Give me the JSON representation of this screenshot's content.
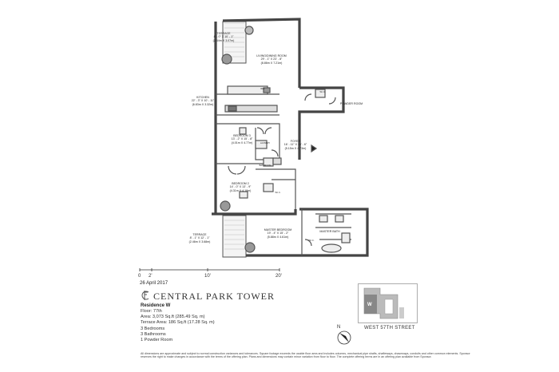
{
  "plan": {
    "rooms": [
      {
        "id": "terrace-top",
        "name": "TERRACE",
        "dim": "8' - 0\" X 10' - 1\"",
        "metric": "(2.44m X 3.07m)"
      },
      {
        "id": "living",
        "name": "LIVING/DINING ROOM",
        "dim": "29' - 1\" X 23' - 8\"",
        "metric": "(8.86m X 7.21m)"
      },
      {
        "id": "kitchen",
        "name": "KITCHEN",
        "dim": "22' - 3\" X 10' - 11\"",
        "metric": "(6.83m X 3.32m)"
      },
      {
        "id": "powder",
        "name": "POWDER ROOM",
        "dim": "",
        "metric": ""
      },
      {
        "id": "foyer",
        "name": "FOYER",
        "dim": "16' - 11\" X 15' - 6\"",
        "metric": "(5.15m X 4.73m)"
      },
      {
        "id": "bed3",
        "name": "BEDROOM 3",
        "dim": "13' - 2\" X 15' - 8\"",
        "metric": "(4.01m X 4.77m)"
      },
      {
        "id": "bed2",
        "name": "BEDROOM 2",
        "dim": "14' - 0\" X 13' - 9\"",
        "metric": "(4.31m X 4.18m)"
      },
      {
        "id": "master",
        "name": "MASTER BEDROOM",
        "dim": "19' - 4\" X 15' - 2\"",
        "metric": "(5.88m X 4.61m)"
      },
      {
        "id": "masterbath",
        "name": "MASTER BATH",
        "dim": "",
        "metric": ""
      },
      {
        "id": "terrace-bot",
        "name": "TERRACE",
        "dim": "8' - 1\" X 12' - 1\"",
        "metric": "(2.46m X 3.68m)"
      }
    ],
    "small_labels": {
      "laundry": "LAUNDRY",
      "bath": "BATHROOM",
      "wic": "W.I.C.",
      "wic2": "W.I.C.",
      "wic3": "W.I.C.",
      "ref": "REF"
    }
  },
  "scale_bar": {
    "labels": [
      "0",
      "2'",
      "10'",
      "20'"
    ]
  },
  "date": "26 April 2017",
  "brand": "CENTRAL PARK TOWER",
  "residence": {
    "title": "Residence W",
    "floor": "Floor:  77th",
    "area": "Area:  3,073 Sq.ft (285.49 Sq. m)",
    "terrace": "Terrace Area:  186 Sq.ft (17.28 Sq. m)",
    "bedrooms": "3   Bedrooms",
    "bathrooms": "3   Bathrooms",
    "powder": "1   Powder Room"
  },
  "keyplan": {
    "unit_letter": "W",
    "street": "WEST 57TH STREET"
  },
  "compass": {
    "letter": "N"
  },
  "disclaimer": "All dimensions are approximate and subject to normal construction variances and tolerances. Square footage exceeds the usable floor area and includes columns, mechanical pipe shafts, shafteways, chaseways, conduits and other common elements. Sponsor reserves the right to make changes in accordance with the terms of the offering plan. Plans and dimensions may contain minor variation from floor to floor. The complete offering terms are in an offering plan available from Sponsor."
}
